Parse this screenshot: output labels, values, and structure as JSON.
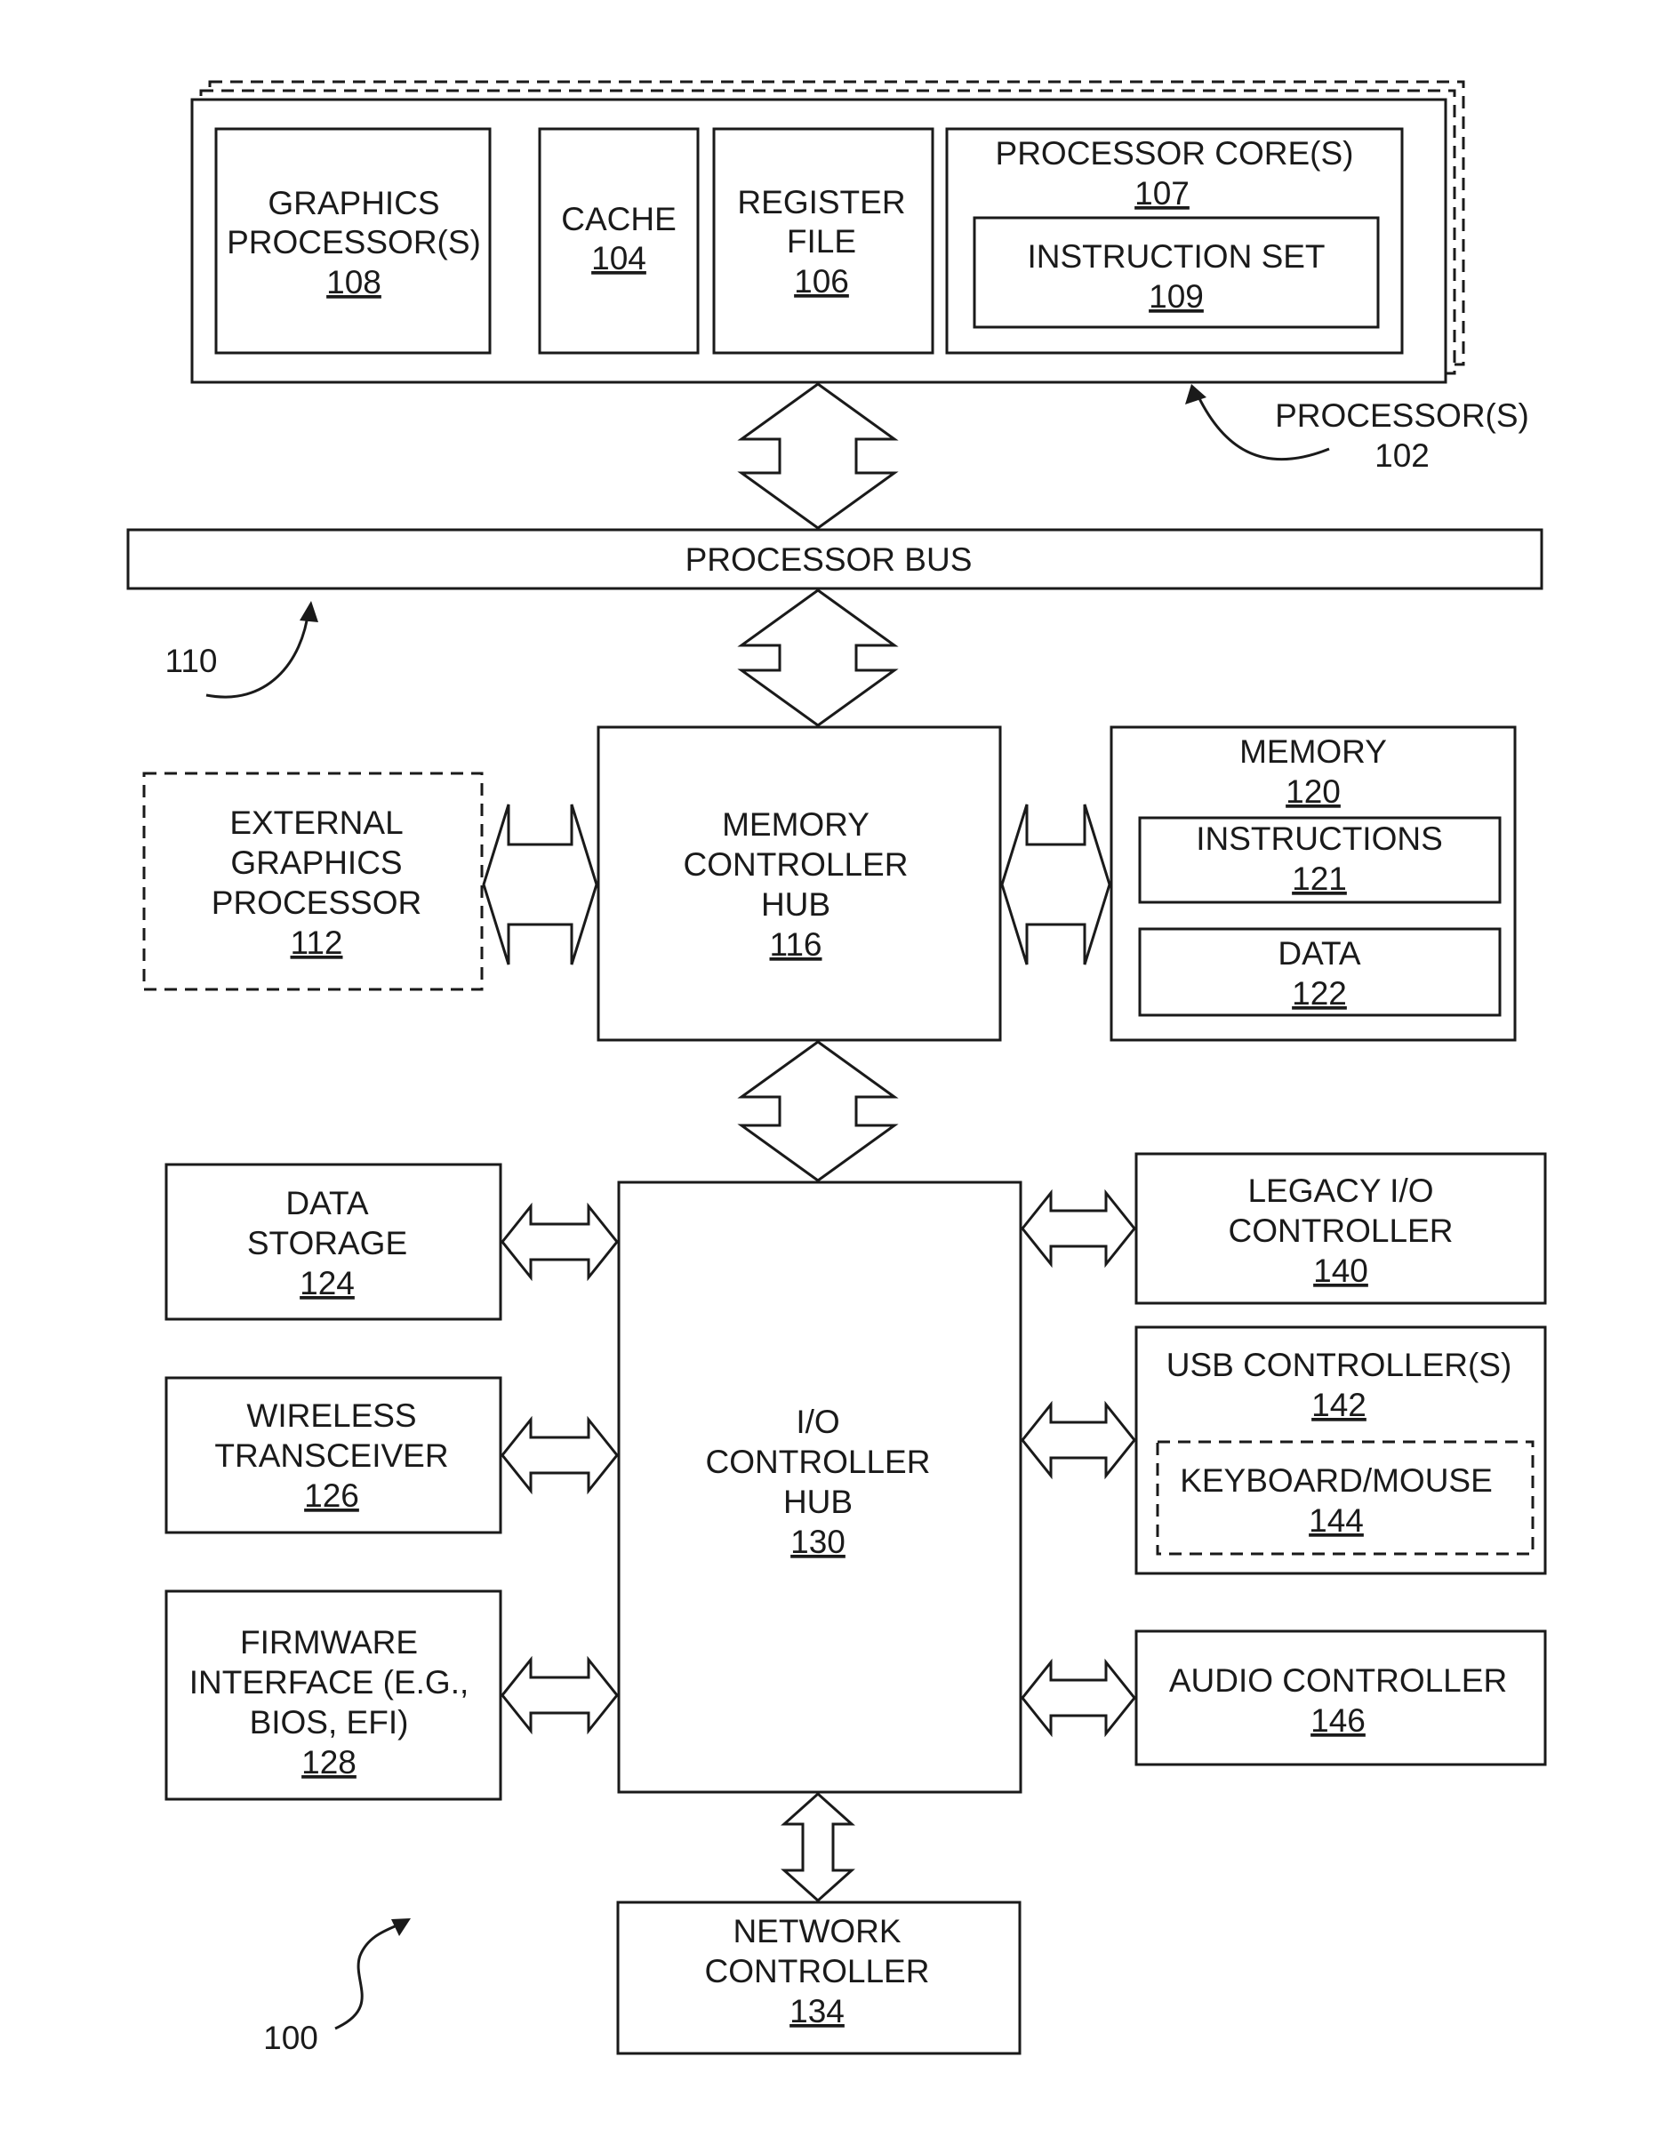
{
  "processor": {
    "label": "PROCESSOR(S)",
    "ref": "102",
    "graphics": {
      "line1": "GRAPHICS",
      "line2": "PROCESSOR(S)",
      "ref": "108"
    },
    "cache": {
      "line1": "CACHE",
      "ref": "104"
    },
    "register": {
      "line1": "REGISTER",
      "line2": "FILE",
      "ref": "106"
    },
    "core": {
      "line1": "PROCESSOR CORE(S)",
      "ref": "107"
    },
    "instruction_set": {
      "line1": "INSTRUCTION SET",
      "ref": "109"
    }
  },
  "processor_bus": {
    "label": "PROCESSOR BUS",
    "ref": "110"
  },
  "ext_graphics": {
    "line1": "EXTERNAL",
    "line2": "GRAPHICS",
    "line3": "PROCESSOR",
    "ref": "112"
  },
  "mch": {
    "line1": "MEMORY",
    "line2": "CONTROLLER",
    "line3": "HUB",
    "ref": "116"
  },
  "memory": {
    "line1": "MEMORY",
    "ref": "120",
    "instructions": {
      "line1": "INSTRUCTIONS",
      "ref": "121"
    },
    "data": {
      "line1": "DATA",
      "ref": "122"
    }
  },
  "data_storage": {
    "line1": "DATA",
    "line2": "STORAGE",
    "ref": "124"
  },
  "wireless": {
    "line1": "WIRELESS",
    "line2": "TRANSCEIVER",
    "ref": "126"
  },
  "firmware": {
    "line1": "FIRMWARE",
    "line2": "INTERFACE (E.G.,",
    "line3": "BIOS, EFI)",
    "ref": "128"
  },
  "ioch": {
    "line1": "I/O",
    "line2": "CONTROLLER",
    "line3": "HUB",
    "ref": "130"
  },
  "network": {
    "line1": "NETWORK",
    "line2": "CONTROLLER",
    "ref": "134"
  },
  "legacy_io": {
    "line1": "LEGACY I/O",
    "line2": "CONTROLLER",
    "ref": "140"
  },
  "usb": {
    "line1": "USB CONTROLLER(S)",
    "ref": "142",
    "keyboard": {
      "line1": "KEYBOARD/MOUSE",
      "ref": "144"
    }
  },
  "audio": {
    "line1": "AUDIO CONTROLLER",
    "ref": "146"
  },
  "system_ref": "100"
}
